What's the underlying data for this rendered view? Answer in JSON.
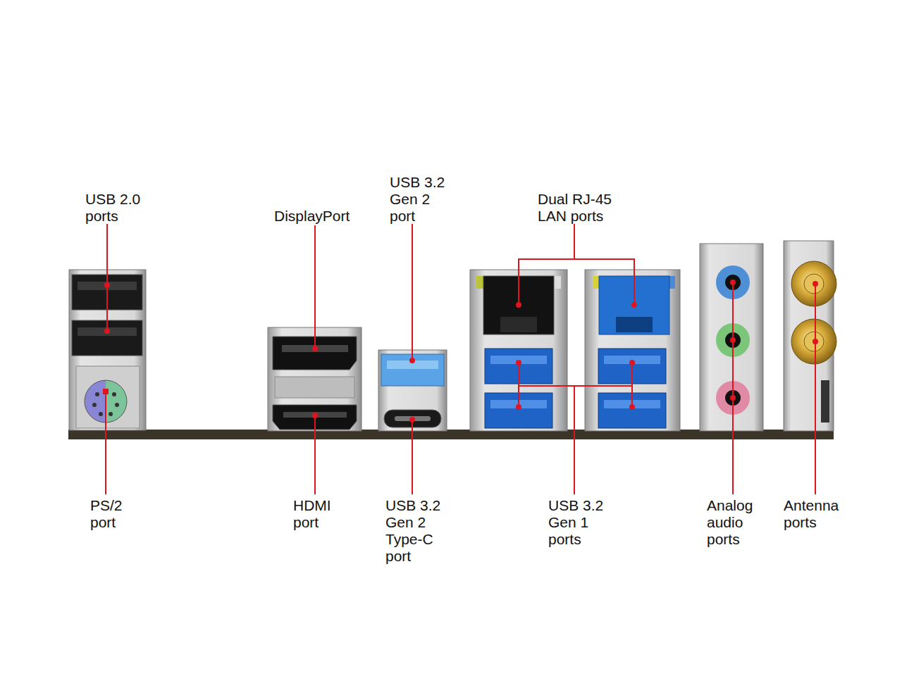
{
  "diagram": {
    "labels": [
      "USB 2.0 ports",
      "DisplayPort",
      "USB 3.2 Gen 2 port",
      "Dual RJ-45 LAN ports",
      "PS/2 port",
      "HDMI port",
      "USB 3.2 Gen 2 Type-C port",
      "USB 3.2 Gen 1 ports",
      "Analog audio ports",
      "Antenna ports"
    ]
  }
}
